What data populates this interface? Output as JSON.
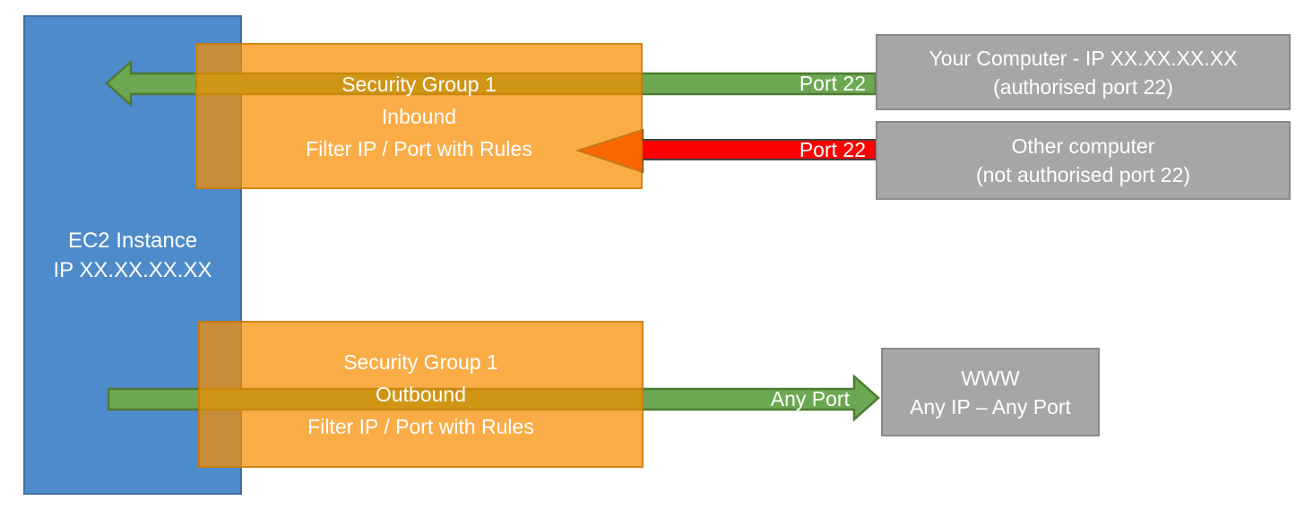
{
  "ec2_box": {
    "line1": "EC2 Instance",
    "line2": "IP XX.XX.XX.XX"
  },
  "sg_inbound_box": {
    "line1": "Security Group 1",
    "line2": "Inbound",
    "line3": "Filter IP / Port with Rules"
  },
  "sg_outbound_box": {
    "line1": "Security Group 1",
    "line2": "Outbound",
    "line3": "Filter IP / Port with Rules"
  },
  "your_computer_box": {
    "line1": "Your Computer - IP XX.XX.XX.XX",
    "line2": "(authorised port 22)"
  },
  "other_computer_box": {
    "line1": "Other computer",
    "line2": "(not authorised port 22)"
  },
  "www_box": {
    "line1": "WWW",
    "line2": "Any IP – Any Port"
  },
  "arrows": {
    "inbound_allowed": {
      "label": "Port 22",
      "fill": "#6CA851",
      "stroke": "#4D7A31",
      "direction": "left"
    },
    "inbound_denied": {
      "label": "Port 22",
      "fill": "#FE0100",
      "stroke": "#424448",
      "direction": "left"
    },
    "outbound": {
      "label": "Any Port",
      "fill": "#6CA851",
      "stroke": "#4D7A31",
      "direction": "right"
    }
  },
  "colors": {
    "ec2_blue": "#4E8BCB",
    "ec2_blue_border": "#3F6F9E",
    "security_group_orange": "#F88D00",
    "security_group_orange_border": "#C67300",
    "endpoint_gray": "#A6A6A6",
    "endpoint_gray_border": "#8A8A8A",
    "allowed_green": "#6CA851",
    "denied_red": "#FE0100",
    "text_white": "#FFFFFF"
  }
}
